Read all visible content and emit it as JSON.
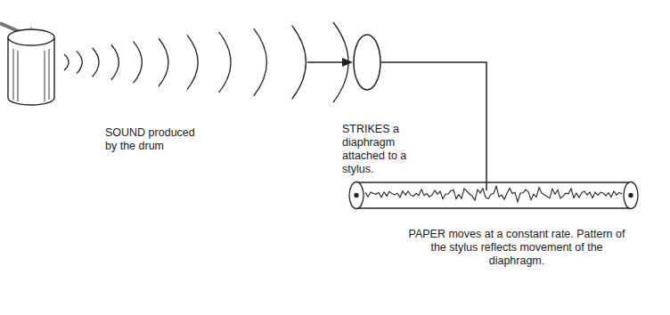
{
  "diagram": {
    "labels": [
      "SOUND produced by the drum",
      "STRIKES a diaphragm attached to a stylus.",
      "PAPER moves at a constant rate. Pattern of the stylus reflects movement of the diaphragm."
    ]
  }
}
